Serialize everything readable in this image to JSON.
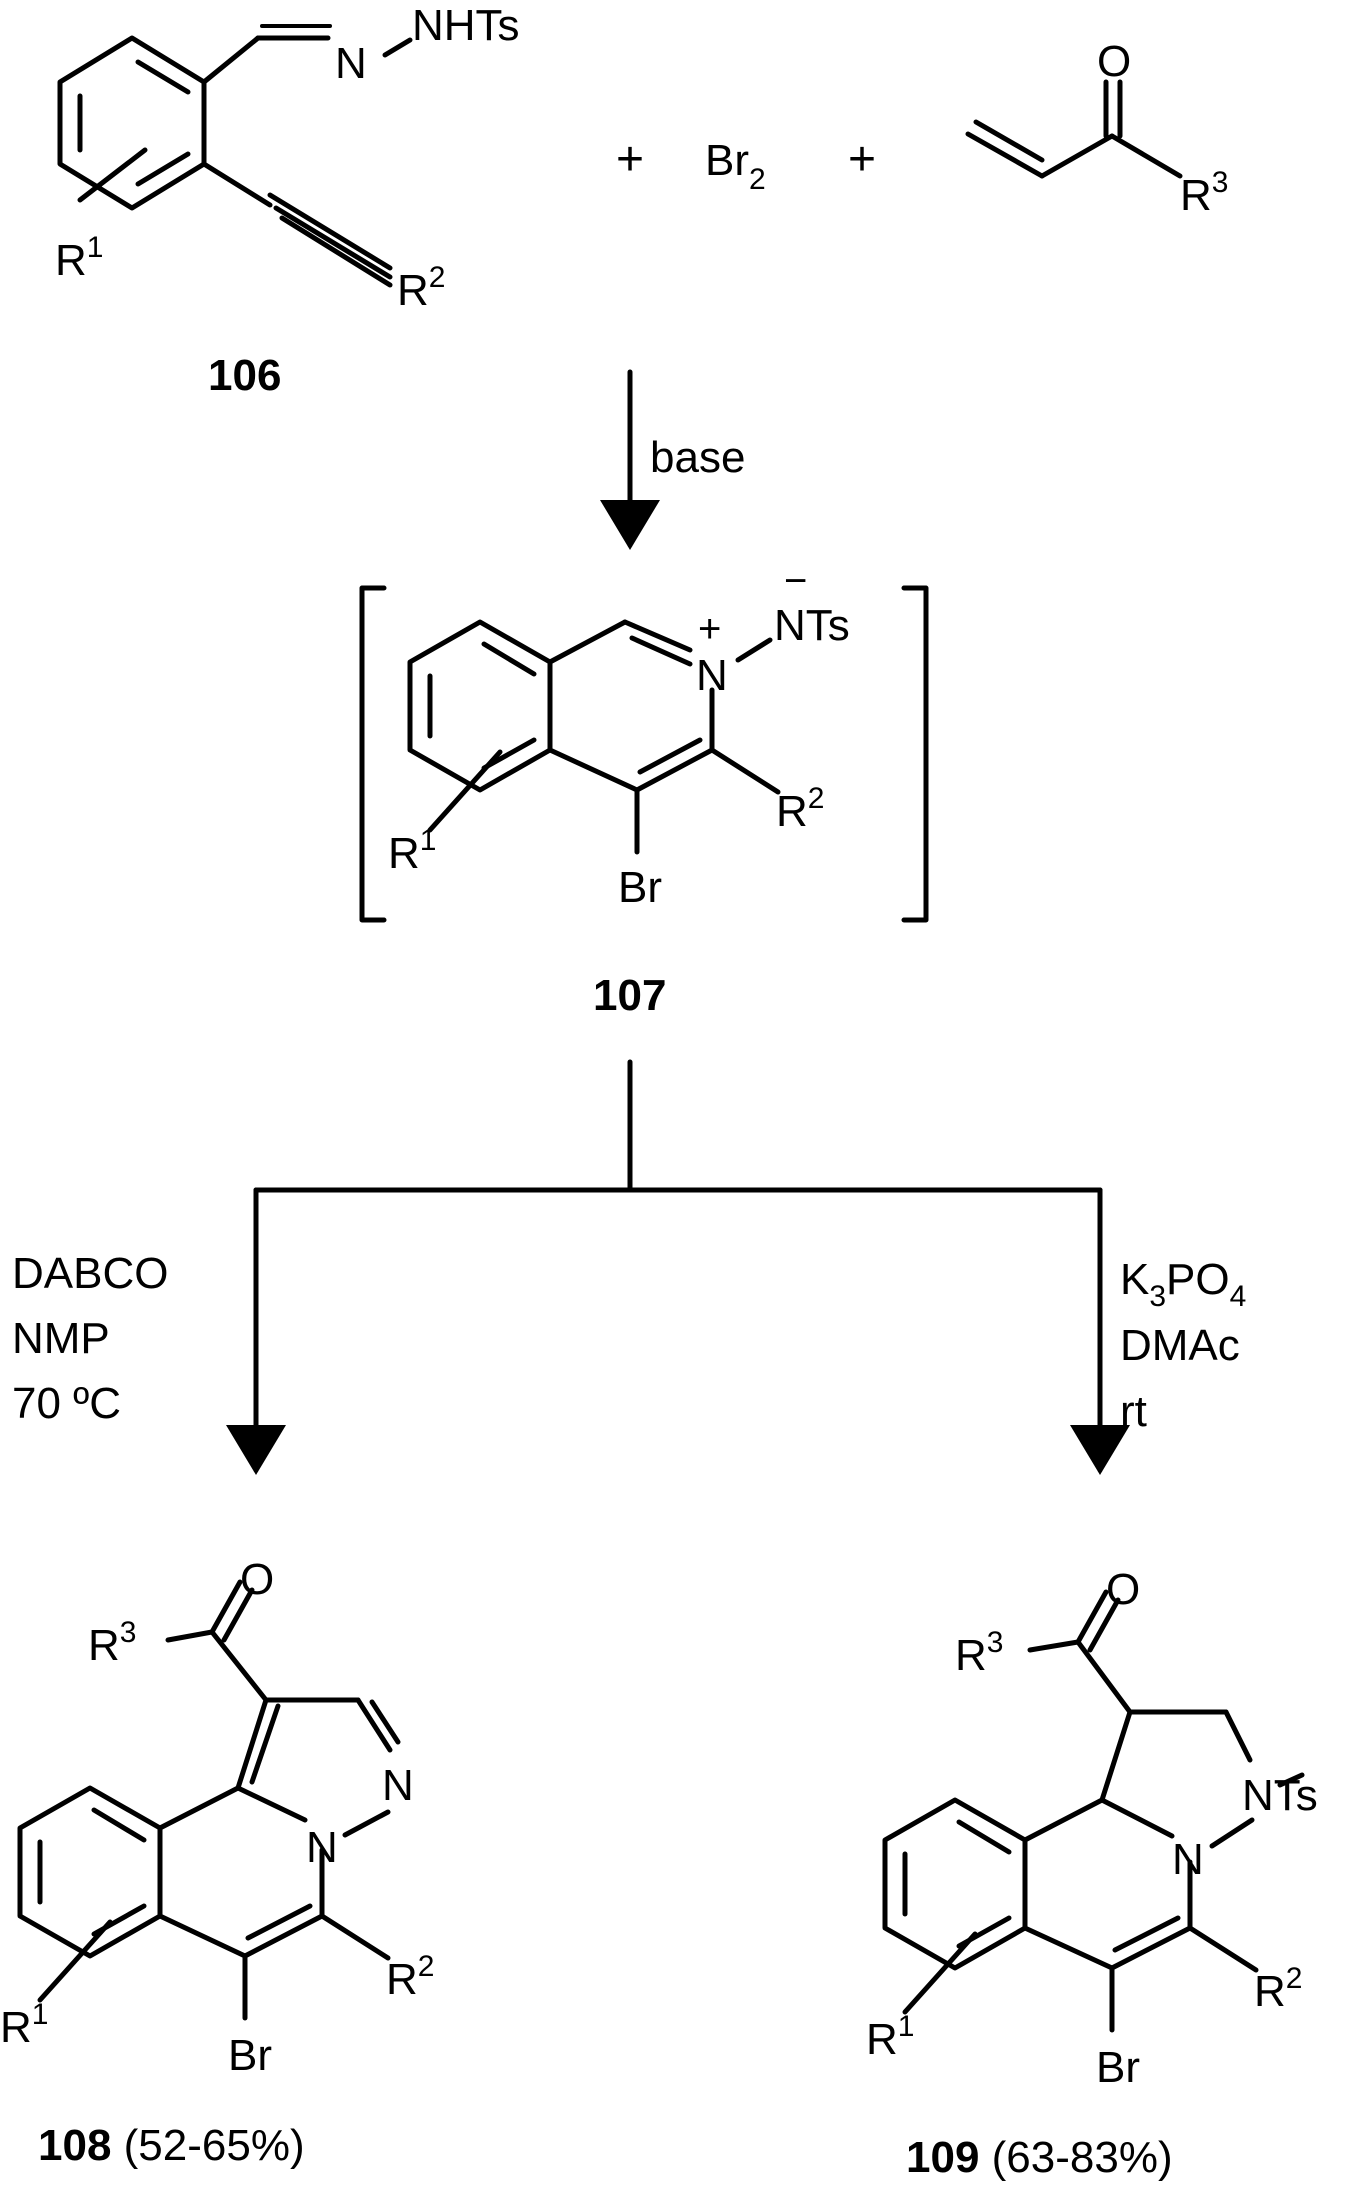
{
  "reactants": {
    "r106_group": "N",
    "r106_group2": "NHTs",
    "r106_sub1": "R",
    "r106_sub1_sup": "1",
    "r106_sub2": "R",
    "r106_sub2_sup": "2",
    "r106_label": "106",
    "plus1": "+",
    "br2": "Br",
    "br2_sub": "2",
    "plus2": "+",
    "enone_o": "O",
    "enone_r": "R",
    "enone_r_sup": "3"
  },
  "step1": {
    "reagent": "base"
  },
  "intermediate": {
    "n_plus": "+",
    "n": "N",
    "n_minus": "−",
    "nts": "NTs",
    "r1": "R",
    "r1_sup": "1",
    "r2": "R",
    "r2_sup": "2",
    "br": "Br",
    "label": "107"
  },
  "left_branch": {
    "conditions": [
      "DABCO",
      "NMP",
      "70 ºC"
    ],
    "product": {
      "o": "O",
      "r3": "R",
      "r3_sup": "3",
      "n1": "N",
      "n2": "N",
      "r1": "R",
      "r1_sup": "1",
      "r2": "R",
      "r2_sup": "2",
      "br": "Br",
      "label": "108",
      "yield": "(52-65%)"
    }
  },
  "right_branch": {
    "conditions_k": "K",
    "conditions_k_sub": "3",
    "conditions_po": "PO",
    "conditions_po_sub": "4",
    "conditions": [
      "DMAc",
      "rt"
    ],
    "product": {
      "o": "O",
      "r3": "R",
      "r3_sup": "3",
      "n1": "N",
      "nts": "NTs",
      "r1": "R",
      "r1_sup": "1",
      "r2": "R",
      "r2_sup": "2",
      "br": "Br",
      "label": "109",
      "yield": "(63-83%)"
    }
  }
}
